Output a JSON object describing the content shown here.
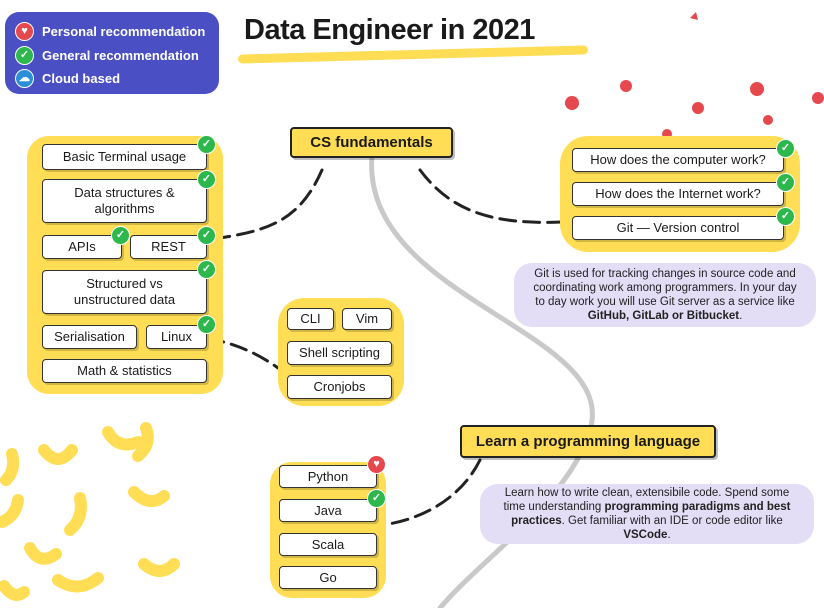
{
  "title": "Data Engineer in 2021",
  "legend": {
    "personal": "Personal recommendation",
    "general": "General recommendation",
    "cloud": "Cloud based"
  },
  "colors": {
    "accent_yellow": "#FFDD55",
    "legend_bg": "#4b4fc4",
    "check_green": "#2db84d",
    "heart_red": "#e5484d",
    "cloud_blue": "#2a8fd8",
    "note_purple": "#E3DDF6"
  },
  "hubs": {
    "cs_fundamentals": "CS fundamentals",
    "learn_language": "Learn a programming language"
  },
  "left_topics": {
    "terminal": "Basic Terminal usage",
    "ds_algo": "Data structures & algorithms",
    "apis": "APIs",
    "rest": "REST",
    "structured": "Structured vs unstructured data",
    "serialisation": "Serialisation",
    "linux": "Linux",
    "math": "Math & statistics"
  },
  "terminal_tools": {
    "cli": "CLI",
    "vim": "Vim",
    "shell": "Shell scripting",
    "cron": "Cronjobs"
  },
  "right_topics": {
    "computer": "How does the computer work?",
    "internet": "How does the Internet work?",
    "git": "Git — Version control"
  },
  "git_note": {
    "text": "Git is used for tracking changes in source code and coordinating work among programmers. In your day to day work you will use Git server as a service like",
    "bold": "GitHub, GitLab or Bitbucket",
    "end": "."
  },
  "languages": {
    "python": "Python",
    "java": "Java",
    "scala": "Scala",
    "go": "Go"
  },
  "language_note": {
    "part1": "Learn how to write clean, extensibile code. Spend some time understanding",
    "bold1": "programming paradigms and best practices",
    "part2": ". Get familiar with an IDE or code editor like",
    "bold2": "VSCode",
    "part3": "."
  },
  "icons": {
    "check": "✓",
    "heart": "♥",
    "cloud": "☁"
  }
}
